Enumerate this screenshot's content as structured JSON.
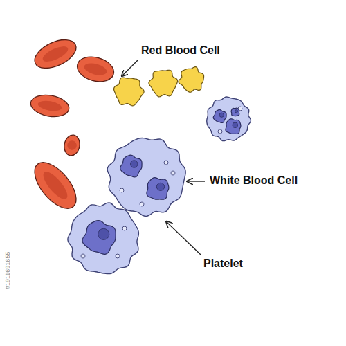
{
  "diagram": {
    "labels": [
      "Red Blood Cell",
      "White Blood Cell",
      "Platelet",
      "#1911691655"
    ]
  }
}
